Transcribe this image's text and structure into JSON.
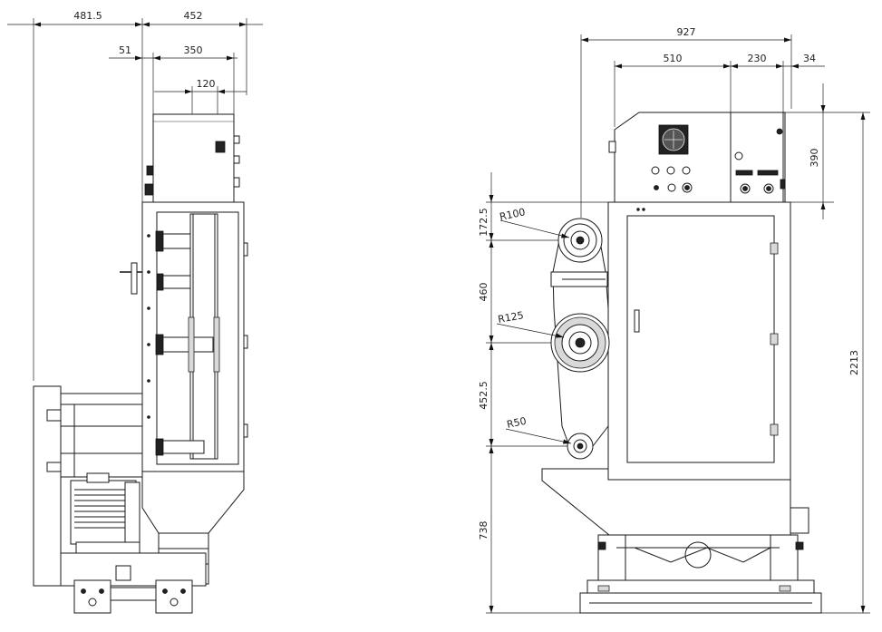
{
  "side_view": {
    "dims": {
      "overall_left": "481.5",
      "overall_right": "452",
      "offset": "51",
      "body_width": "350",
      "belt_width": "120"
    }
  },
  "front_view": {
    "dims": {
      "total_width": "927",
      "left_section": "510",
      "panel_width": "230",
      "panel_offset": "34",
      "panel_height": "390",
      "total_height": "2213",
      "upper_roller": "172.5",
      "roller_spacing": "460",
      "lower_spacing": "452.5",
      "base_height": "738"
    },
    "radii": {
      "top_roller": "R100",
      "mid_roller": "R125",
      "bottom_roller": "R50"
    }
  }
}
